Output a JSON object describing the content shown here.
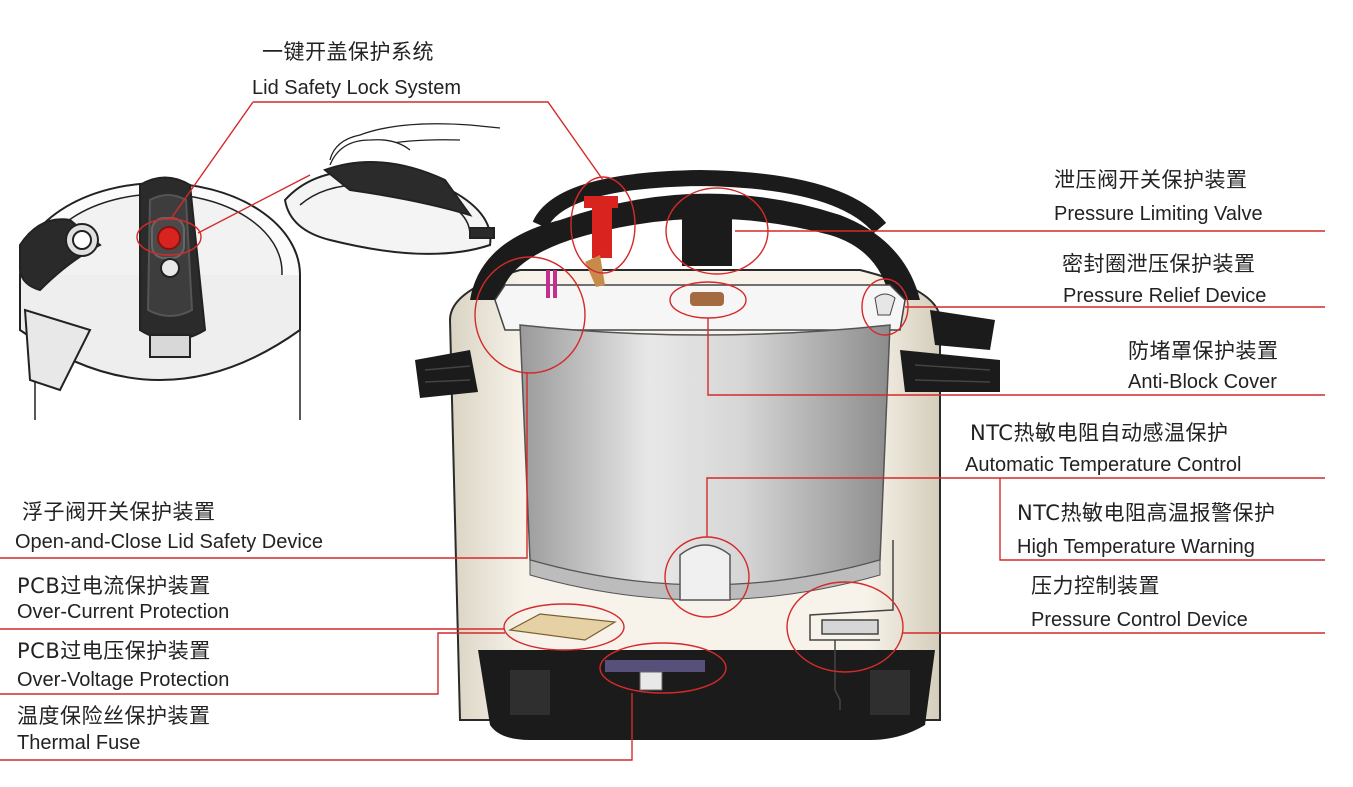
{
  "labels": {
    "lid_lock": {
      "zh": "一键开盖保护系统",
      "en": "Lid Safety Lock System"
    },
    "pressure_limiting": {
      "zh": "泄压阀开关保护装置",
      "en": "Pressure Limiting Valve"
    },
    "pressure_relief": {
      "zh": "密封圈泄压保护装置",
      "en": "Pressure Relief Device"
    },
    "anti_block": {
      "zh": "防堵罩保护装置",
      "en": "Anti-Block Cover"
    },
    "auto_temp": {
      "zh": "NTC热敏电阻自动感温保护",
      "en": "Automatic Temperature Control"
    },
    "high_temp": {
      "zh": "NTC热敏电阻高温报警保护",
      "en": "High Temperature Warning"
    },
    "pressure_control": {
      "zh": "压力控制装置",
      "en": "Pressure  Control  Device"
    },
    "float_valve": {
      "zh": "浮子阀开关保护装置",
      "en": "Open-and-Close  Lid Safety Device"
    },
    "over_current": {
      "zh": "PCB过电流保护装置",
      "en": "Over-Current Protection"
    },
    "over_voltage": {
      "zh": "PCB过电压保护装置",
      "en": "Over-Voltage Protection"
    },
    "thermal_fuse": {
      "zh": "温度保险丝保护装置",
      "en": "Thermal Fuse"
    }
  },
  "colors": {
    "callout": "#d42a2a",
    "body_shell": "#f4f0e6",
    "plastic": "#1b1b1b",
    "inner_pot": "#c9c9c9",
    "valve_red": "#d8231f"
  }
}
